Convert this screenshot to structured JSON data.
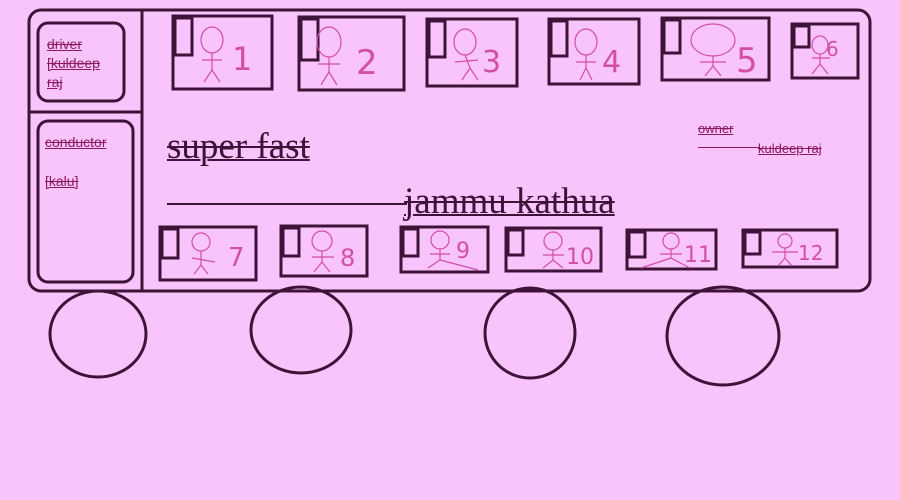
{
  "drawing": {
    "driver_label": "driver",
    "driver_name_line1": "[kuldeep",
    "driver_name_line2": "raj",
    "conductor_label": "conductor",
    "conductor_name": "[kalu]",
    "bus_type": "super fast",
    "route": "jammu kathua",
    "owner_label": "owner",
    "owner_name": "kuldeep raj",
    "upper_window_numbers": [
      "1",
      "2",
      "3",
      "4",
      "5",
      "6"
    ],
    "lower_window_numbers": [
      "7",
      "8",
      "9",
      "10",
      "11",
      "12"
    ],
    "colors": {
      "background": "#f9c3fb",
      "outline": "#3d1438",
      "ink": "#8b1a63",
      "window_sketch": "#d24fa8"
    }
  }
}
